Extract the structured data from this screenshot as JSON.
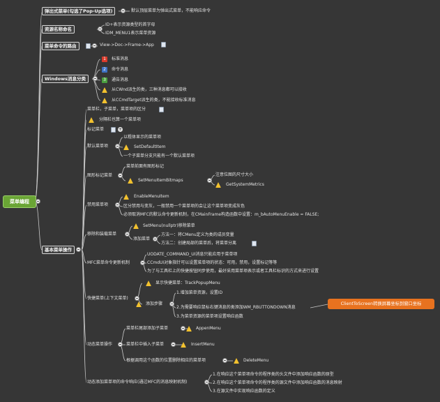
{
  "root": "菜单编程",
  "highlight": "ClientToScreen转换屏幕坐标到窗口坐标",
  "branches": {
    "popup": "弹出式菜单(勾选了Pop-Up选项)",
    "popup_note": "默认顶层菜单为弹出式菜单，不能响应命令",
    "naming": "资源名称命名",
    "naming_1": "ID+表示资源类型的首字母",
    "naming_2": "IDM_MENU1表示菜单资源",
    "route": "菜单命令的路由",
    "route_1": "View->Doc->Frame->App",
    "winmsg": "Windows消息分类",
    "winmsg_1": "标准消息",
    "winmsg_2": "命令消息",
    "winmsg_3": "通告消息",
    "winmsg_4": "从CWnd派生的类，三种消息都可以接收",
    "winmsg_5": "从CCmdTarget派生的类，不能接收标准消息",
    "basic": "基本菜单操作"
  },
  "basic_ops": {
    "menubar": "菜单栏，子菜单，菜单项的区分",
    "one_menu": "分隔栏也算一个菜单项",
    "mark": "标记菜单",
    "default": "默认菜单项",
    "default_1": "以粗体显示的菜单项",
    "default_2": "SetDefaultItem",
    "default_3": "一个子菜单分支只能有一个默认菜单项",
    "bitmap": "图形标记菜单",
    "bitmap_1": "菜单前面有图形标记",
    "bitmap_2": "SetMenuItemBitmaps",
    "bitmap_3": "注意位图的尺寸大小",
    "bitmap_4": "GetSystemMetrics",
    "disable": "禁用菜单项",
    "disable_1": "EnableMenuItem",
    "disable_2": "区分禁用与变灰，一般禁用一个菜单项的会让这个菜单项变成灰色",
    "disable_3": "必须取消MFC的默认命令更新机制，在CMainFrame构造函数中设置：m_bAutoMenuEnable = FALSE;",
    "remove": "移除和装载菜单",
    "remove_1": "SetMenu(nullptr)移除菜单",
    "remove_2": "添加菜单",
    "remove_3": "方法一：将CMenu定义为类的成员变量",
    "remove_4": "方法二：创建局部的菜单后，将菜单分离",
    "update": "MFC菜单命令更新机制",
    "update_1": "UODATE_COMMAND_UI消息只能应用于菜单项",
    "update_2": "CCmdUI对象指针可以设置菜单项的状态：可用，禁用，设置标记等等",
    "update_3": "为了与工具栏上的快捷按钮同步使用，最好采用菜单项表示或者工具栏标识的方式来进行设置",
    "shortcut": "快捷菜单(上下文菜单)",
    "shortcut_1": "显示快捷菜单：TrackPopupMenu",
    "shortcut_2": "添加步骤",
    "shortcut_3": "1.增加菜单资源，设置ID",
    "shortcut_4": "2.为需要响应鼠标右键消息的类添加WM_RBUTTONDOWN消息",
    "shortcut_5": "3.为菜单资源的菜单项设置响应函数",
    "dynamic": "动态菜单操作",
    "dynamic_1": "菜单栏尾部添加子菜单",
    "dynamic_2": "AppenMenu",
    "dynamic_3": "菜单栏中插入子菜单",
    "dynamic_4": "InsertMenu",
    "dynamic_5": "根据调用这个函数的位置删除相应的菜单项",
    "dynamic_6": "DeleteMenu",
    "dyncmd": "动态添加菜单项的命令响应(通过MFC的消息映射机制)",
    "dyncmd_1": "1.在响应这个菜单项命令的程序类的头文件中添加响应函数的原型",
    "dyncmd_2": "2.在响应这个菜单项命令的程序类的源文件中添加响应函数的消息映射",
    "dyncmd_3": "3.在源文件中实现响应函数的定义"
  },
  "colors": {
    "background": "#363636",
    "root": "#6aa535",
    "highlight": "#e8721f",
    "line": "#c8c8c8"
  }
}
